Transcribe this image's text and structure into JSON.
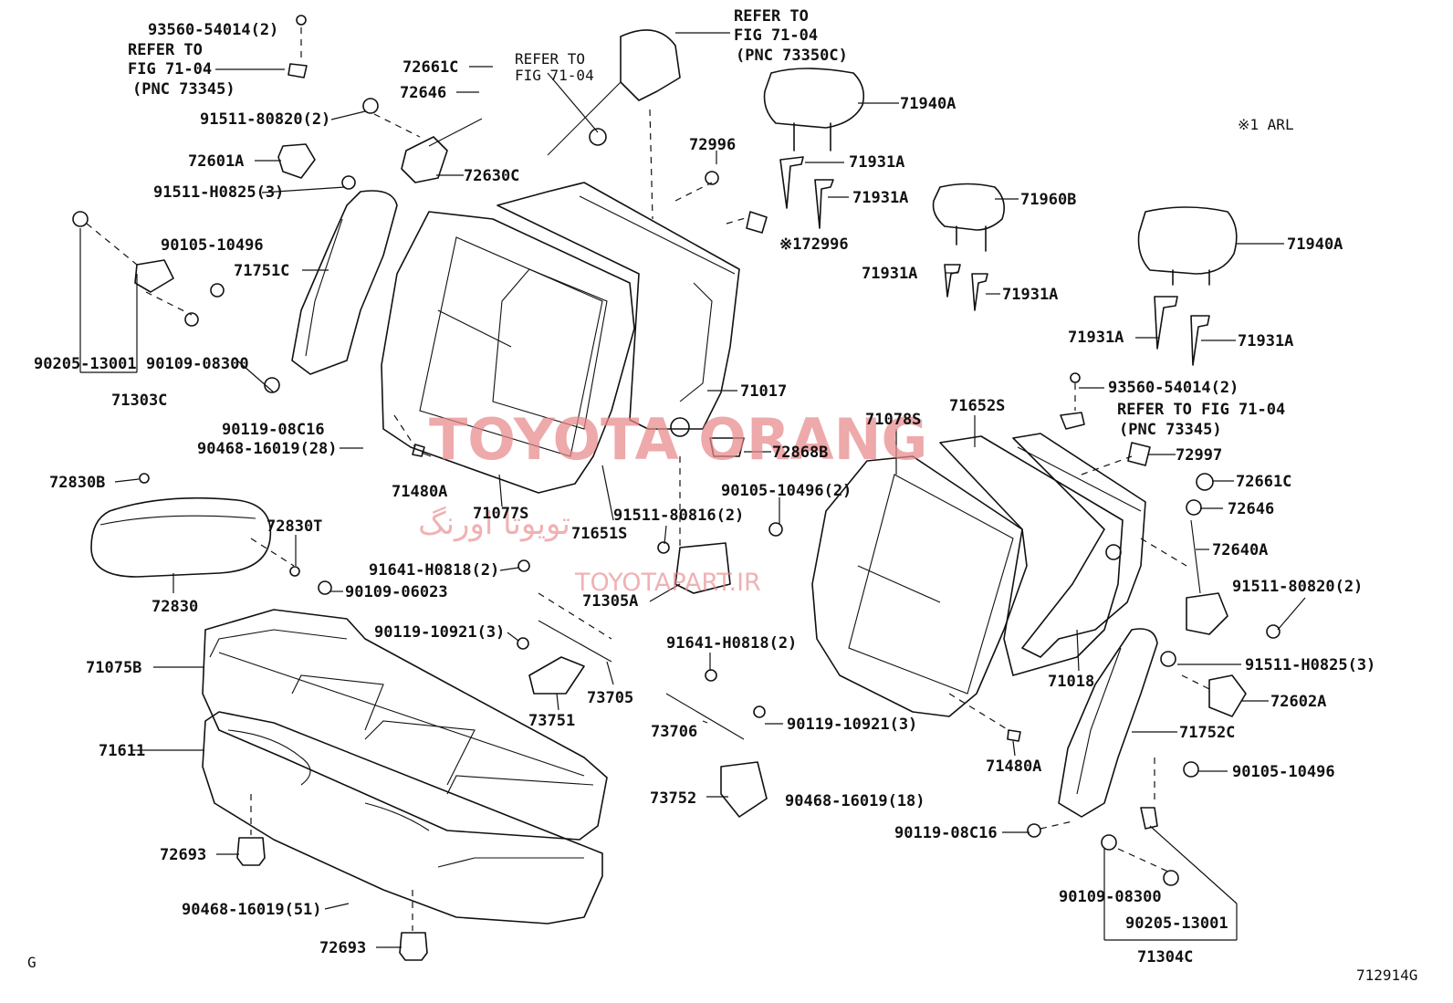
{
  "labels": {
    "l01": "93560-54014(2)",
    "l02": "REFER TO",
    "l03": "FIG 71-04",
    "l04": "(PNC 73345)",
    "l05": "91511-80820(2)",
    "l06": "72601A",
    "l07": "91511-H0825(3)",
    "l08": "90105-10496",
    "l09": "71751C",
    "l10": "90205-13001",
    "l11": "90109-08300",
    "l12": "71303C",
    "l13": "90119-08C16",
    "l14": "90468-16019(28)",
    "l15": "72830B",
    "l16": "72830T",
    "l17": "72830",
    "l18": "90109-06023",
    "l19": "71075B",
    "l20": "71611",
    "l21": "72693",
    "l22": "90468-16019(51)",
    "l23": "72693",
    "l24": "72661C",
    "l25": "72646",
    "l26": "72630C",
    "l27": "REFER TO",
    "l28": "FIG 71-04",
    "l29": "REFER TO",
    "l30": "FIG 71-04",
    "l31": "(PNC 73350C)",
    "l32": "72996",
    "l33": "※172996",
    "l34": "71940A",
    "l35": "71931A",
    "l36": "71931A",
    "l37": "71960B",
    "l38": "71931A",
    "l39": "71931A",
    "l40": "※1 ARL",
    "l41": "71940A",
    "l42": "71931A",
    "l43": "71931A",
    "l44": "71017",
    "l45": "71078S",
    "l46": "71652S",
    "l47": "72868B",
    "l48": "71480A",
    "l49": "71077S",
    "l50": "71651S",
    "l51": "90105-10496(2)",
    "l52": "91511-80816(2)",
    "l53": "91641-H0818(2)",
    "l54": "71305A",
    "l55": "90119-10921(3)",
    "l56": "73751",
    "l57": "73705",
    "l58": "91641-H0818(2)",
    "l59": "73706",
    "l60": "90119-10921(3)",
    "l61": "73752",
    "l62": "90468-16019(18)",
    "l63": "93560-54014(2)",
    "l64": "REFER TO FIG 71-04",
    "l65": "(PNC 73345)",
    "l66": "72997",
    "l67": "72661C",
    "l68": "72646",
    "l69": "72640A",
    "l70": "91511-80820(2)",
    "l71": "91511-H0825(3)",
    "l72": "72602A",
    "l73": "71018",
    "l74": "71752C",
    "l75": "71480A",
    "l76": "90105-10496",
    "l77": "90119-08C16",
    "l78": "90109-08300",
    "l79": "90205-13001",
    "l80": "71304C",
    "l81": "G",
    "l82": "712914G"
  },
  "watermark": {
    "main": "TOYOTA ORANG",
    "persian": "تویوتا اورنگ",
    "site": "TOYOTAPART.IR",
    "color": "#e8898b"
  }
}
